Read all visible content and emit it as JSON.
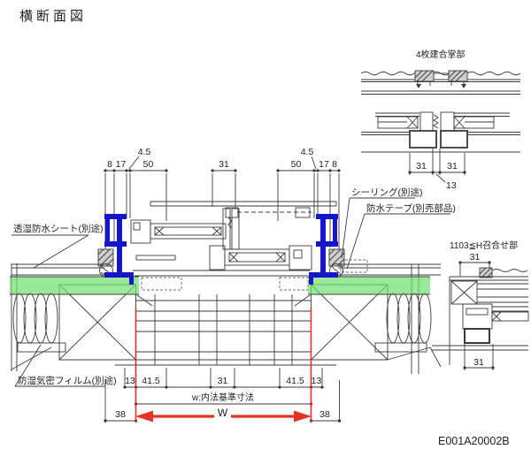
{
  "title": "横断面図",
  "drawing_code": "E001A20002B",
  "colors": {
    "frame_blue": "#1616c8",
    "accent_red": "#e53226",
    "band_green": "#6fe06f",
    "line": "#3b3b3b"
  },
  "main_view": {
    "top_dims": {
      "d8l": "8",
      "d17l": "17",
      "d45l": "4.5",
      "d50l": "50",
      "d31c": "31",
      "d50r": "50",
      "d45r": "4.5",
      "d17r": "17",
      "d8r": "8"
    },
    "bottom_dims": {
      "d13l": "13",
      "d415l": "41.5",
      "d31": "31",
      "d415r": "41.5",
      "d13r": "13",
      "w_label": "w:内法基準寸法",
      "w": "W",
      "d38l": "38",
      "d38r": "38"
    },
    "labels": {
      "sheet": "透湿防水シート(別途)",
      "sealing": "シーリング(別途)",
      "tape": "防水テープ(別売部品)",
      "film": "防湿気密フィルム(別途)"
    }
  },
  "detail_gassho": {
    "title": "4枚建合掌部",
    "d31l": "31",
    "d31r": "31",
    "d13": "13"
  },
  "detail_meeting": {
    "title": "1103≦H召合せ部",
    "d31_top": "31",
    "d31_bottom": "31"
  }
}
